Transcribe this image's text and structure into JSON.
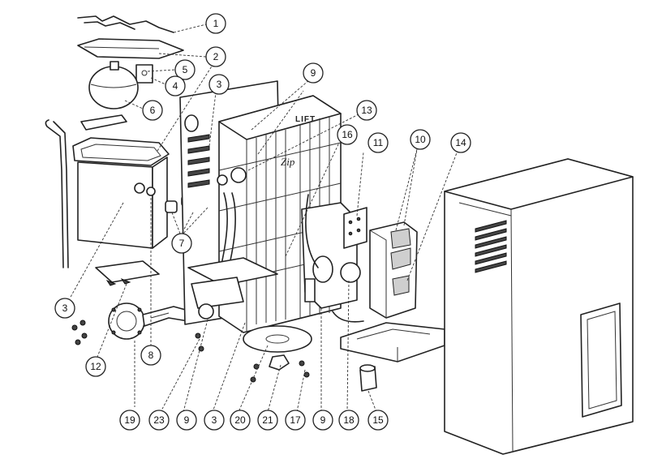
{
  "diagram": {
    "brand_mark": "Zip",
    "lift_label": "LIFT",
    "callouts": [
      {
        "id": "c1",
        "label": "1"
      },
      {
        "id": "c2",
        "label": "2"
      },
      {
        "id": "c5",
        "label": "5"
      },
      {
        "id": "c4",
        "label": "4"
      },
      {
        "id": "c6",
        "label": "6"
      },
      {
        "id": "c3a",
        "label": "3"
      },
      {
        "id": "c9a",
        "label": "9"
      },
      {
        "id": "c13",
        "label": "13"
      },
      {
        "id": "c16",
        "label": "16"
      },
      {
        "id": "c11",
        "label": "11"
      },
      {
        "id": "c10",
        "label": "10"
      },
      {
        "id": "c14",
        "label": "14"
      },
      {
        "id": "c7",
        "label": "7"
      },
      {
        "id": "c3b",
        "label": "3"
      },
      {
        "id": "c12",
        "label": "12"
      },
      {
        "id": "c8",
        "label": "8"
      },
      {
        "id": "c19",
        "label": "19"
      },
      {
        "id": "c23",
        "label": "23"
      },
      {
        "id": "c9b",
        "label": "9"
      },
      {
        "id": "c3c",
        "label": "3"
      },
      {
        "id": "c20",
        "label": "20"
      },
      {
        "id": "c21",
        "label": "21"
      },
      {
        "id": "c17",
        "label": "17"
      },
      {
        "id": "c9c",
        "label": "9"
      },
      {
        "id": "c18",
        "label": "18"
      },
      {
        "id": "c15",
        "label": "15"
      }
    ]
  }
}
